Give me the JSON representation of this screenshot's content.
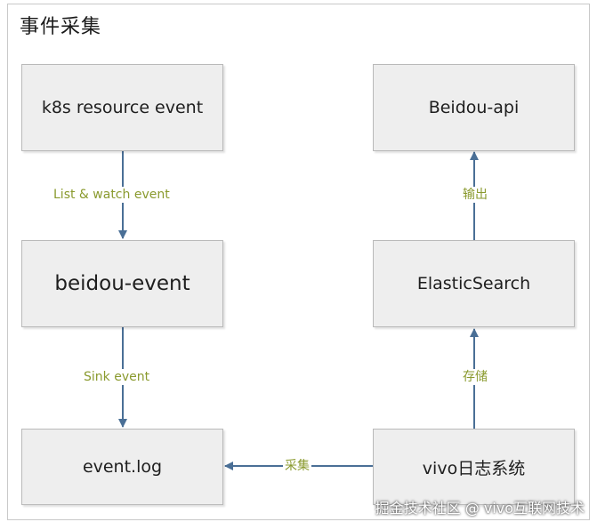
{
  "title": "事件采集",
  "nodes": {
    "k8s_resource_event": "k8s resource event",
    "beidou_event": "beidou-event",
    "event_log": "event.log",
    "beidou_api": "Beidou-api",
    "elasticsearch": "ElasticSearch",
    "vivo_log_system": "vivo日志系统"
  },
  "edges": {
    "list_watch": "List & watch event",
    "sink_event": "Sink event",
    "output": "输出",
    "storage": "存储",
    "collect": "采集"
  },
  "watermark": "掘金技术社区 @ vivo互联网技术",
  "colors": {
    "arrow": "#4a6f96",
    "edge_label": "#8a9a2e",
    "node_fill": "#eeeeee"
  }
}
